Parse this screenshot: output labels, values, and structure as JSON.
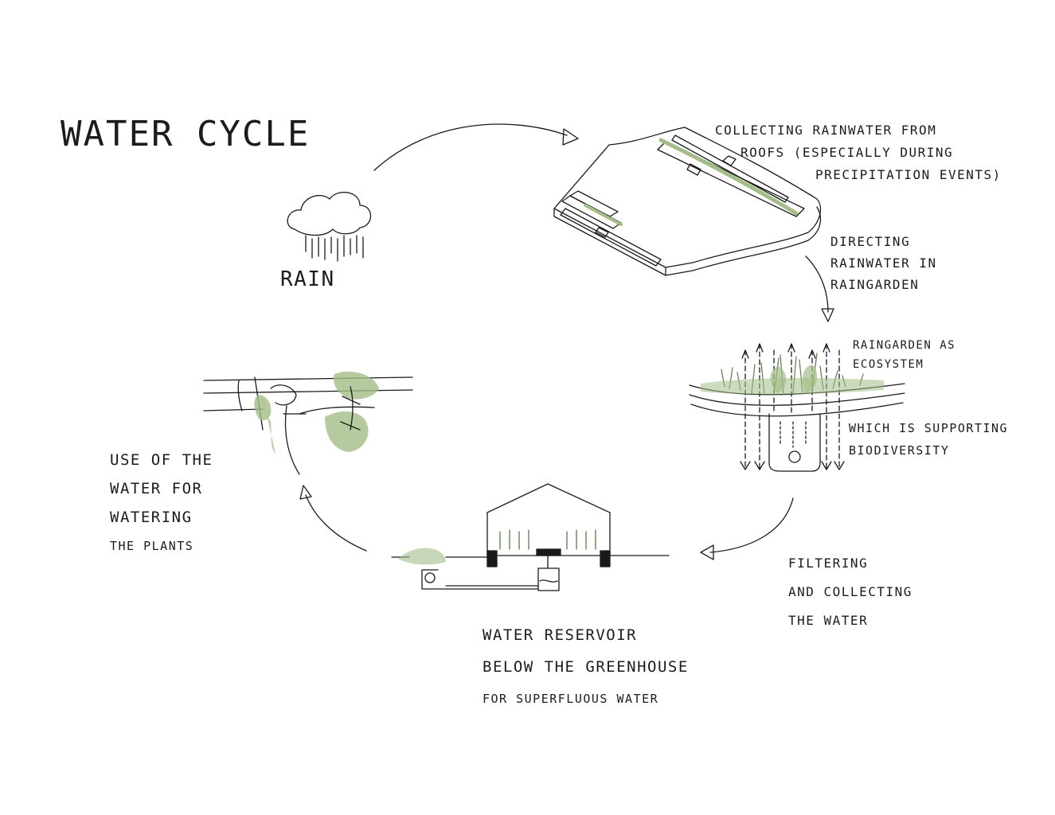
{
  "diagram": {
    "title": "WATER CYCLE",
    "labels": {
      "rain": "RAIN",
      "collecting": [
        "COLLECTING RAINWATER FROM",
        "ROOFS (ESPECIALLY DURING",
        "PRECIPITATION EVENTS)"
      ],
      "directing": [
        "DIRECTING",
        "RAINWATER IN",
        "RAINGARDEN"
      ],
      "raingarden": [
        "RAINGARDEN AS",
        "ECOSYSTEM"
      ],
      "biodiversity": [
        "WHICH IS SUPPORTING",
        "BIODIVERSITY"
      ],
      "filtering": [
        "FILTERING",
        "AND COLLECTING",
        "THE WATER"
      ],
      "reservoir": [
        "WATER RESERVOIR",
        "BELOW THE GREENHOUSE",
        "FOR SUPERFLUOUS WATER"
      ],
      "use": [
        "USE OF THE",
        "WATER FOR",
        "WATERING",
        "THE PLANTS"
      ]
    },
    "colors": {
      "ink": "#1a1a1a",
      "vegetation": "#a3bd87",
      "paper": "#ffffff"
    }
  }
}
